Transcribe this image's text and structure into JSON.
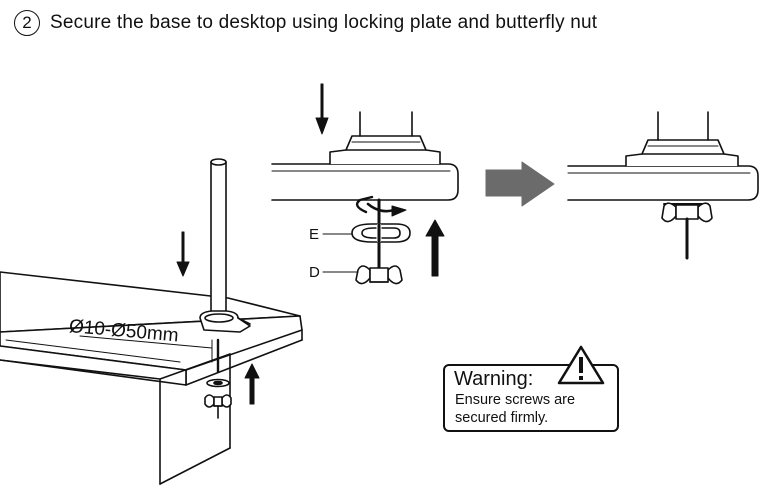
{
  "step": {
    "number": "2",
    "title": "Secure the base to desktop using locking plate and butterfly nut"
  },
  "labels": {
    "part_e": "E",
    "part_d": "D",
    "dimension": "Ø10-Ø50mm"
  },
  "warning": {
    "heading": "Warning:",
    "line1": "Ensure screws are",
    "line2": "secured firmly."
  },
  "icons": [
    "warning-triangle-icon",
    "arrow-right-icon",
    "arrow-down-icon",
    "arrow-up-icon",
    "rotate-arrow-icon"
  ],
  "colors": {
    "ink": "#111111",
    "arrow_gray": "#6b6b6b",
    "background": "#ffffff"
  }
}
